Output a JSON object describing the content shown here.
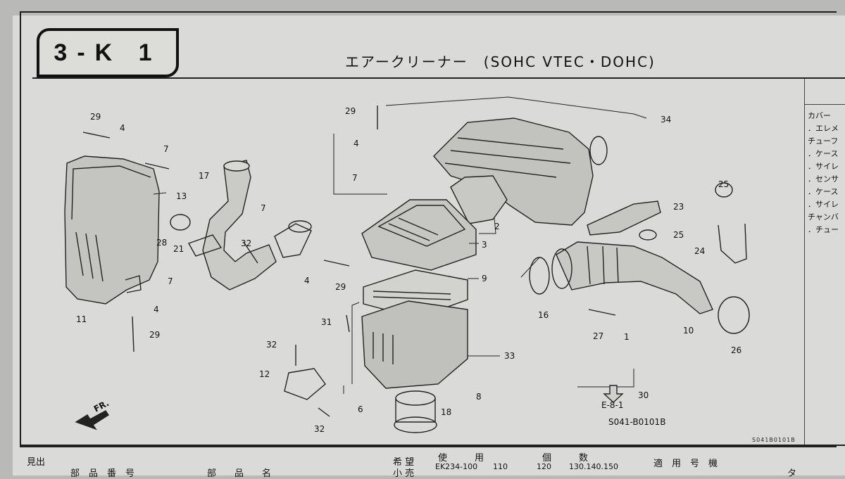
{
  "header": {
    "section": "3-K 1",
    "title": "エアークリーナー　(SOHC VTEC・DOHC)"
  },
  "diagram": {
    "code": "S041-B0101B",
    "ref_label": "E-8-1",
    "direction_label": "FR.",
    "stamp_code": "S041B0101B",
    "part_numbers": [
      "29",
      "4",
      "7",
      "17",
      "13",
      "7",
      "32",
      "28",
      "21",
      "7",
      "4",
      "29",
      "4",
      "11",
      "29",
      "29",
      "4",
      "7",
      "34",
      "2",
      "3",
      "23",
      "25",
      "25",
      "24",
      "9",
      "16",
      "10",
      "31",
      "27",
      "1",
      "26",
      "32",
      "12",
      "33",
      "8",
      "6",
      "18",
      "30",
      "32"
    ]
  },
  "side_panel": {
    "items": [
      "カバー",
      "．エレメ",
      "チューフ",
      "．ケース",
      "．サイレ",
      "．センサ",
      "．ケース",
      "．サイレ",
      "チャンバ",
      "．チュー"
    ]
  },
  "table_header": {
    "midashi": "見出",
    "buhin_bango": "部　品　番　号",
    "buhin_mei": "部　　品　　名",
    "kibo_1": "希 望",
    "kibo_2": "小 売",
    "shiyo": "使　　　用",
    "kosu": "個　　　数",
    "tekiyo": "適　用　号　機",
    "ta": "タ",
    "col_ek": "EK234-100",
    "col_110": "110",
    "col_120": "120",
    "col_130": "130.140.150"
  }
}
